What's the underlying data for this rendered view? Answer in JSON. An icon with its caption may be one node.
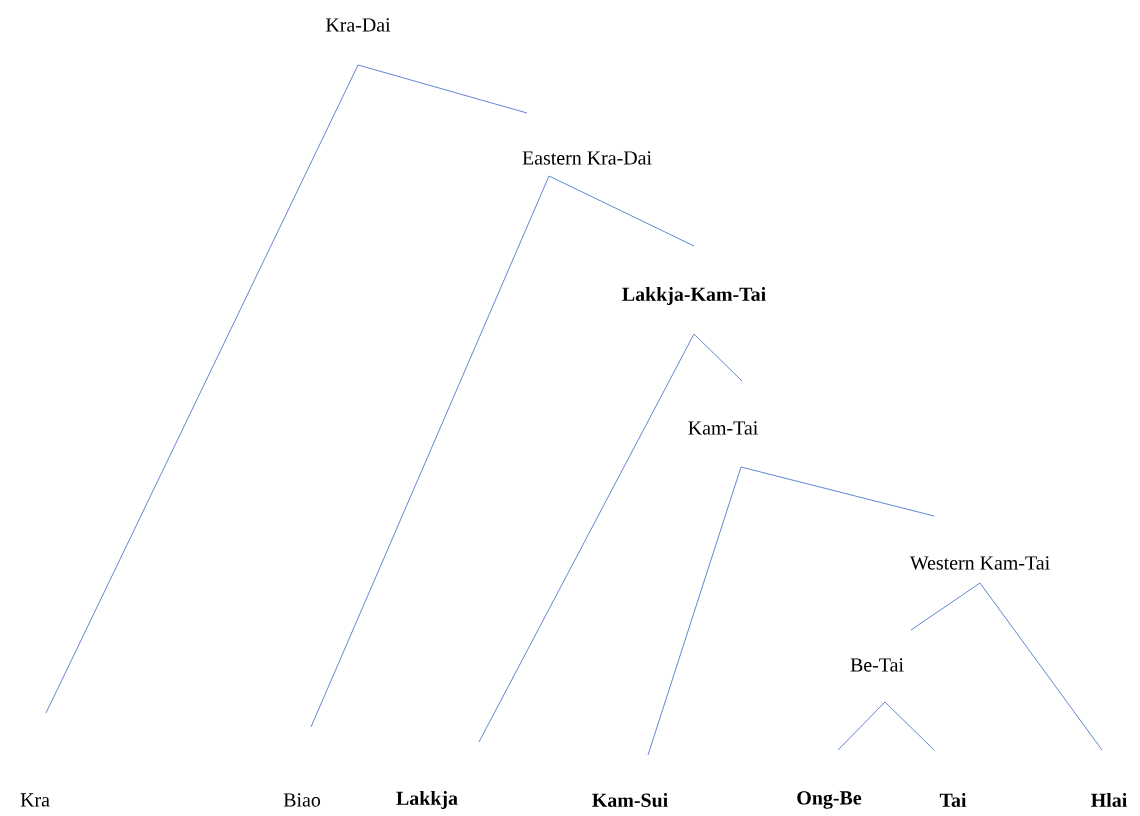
{
  "diagram": {
    "nodes": [
      {
        "text": [
          "Kra-Dai"
        ]
      },
      {
        "text": [
          "Eastern Kra-Dai"
        ]
      },
      {
        "text": [
          "Lakkja-Kam-Tai"
        ]
      },
      {
        "text": [
          "Kam-Tai"
        ]
      },
      {
        "text": [
          "Western Kam-Tai"
        ]
      },
      {
        "text": [
          "Be-Tai"
        ]
      },
      {
        "text": [
          "Kra"
        ]
      },
      {
        "text": [
          "Biao"
        ]
      },
      {
        "text": [
          "Lakkja"
        ]
      },
      {
        "text": [
          "Kam-Sui"
        ]
      },
      {
        "text": [
          "Ong-Be"
        ]
      },
      {
        "text": [
          "Tai"
        ]
      },
      {
        "text": [
          "Hlai"
        ]
      }
    ],
    "edges": [
      {
        "from": 0,
        "to": 6,
        "arrow": "none"
      },
      {
        "from": 0,
        "to": 1,
        "arrow": "none"
      },
      {
        "from": 1,
        "to": 7,
        "arrow": "none"
      },
      {
        "from": 1,
        "to": 2,
        "arrow": "none"
      },
      {
        "from": 2,
        "to": 8,
        "arrow": "none"
      },
      {
        "from": 2,
        "to": 3,
        "arrow": "none"
      },
      {
        "from": 3,
        "to": 9,
        "arrow": "none"
      },
      {
        "from": 3,
        "to": 4,
        "arrow": "none"
      },
      {
        "from": 4,
        "to": 5,
        "arrow": "none"
      },
      {
        "from": 4,
        "to": 12,
        "arrow": "none"
      },
      {
        "from": 5,
        "to": 10,
        "arrow": "none"
      },
      {
        "from": 5,
        "to": 11,
        "arrow": "none"
      }
    ]
  }
}
